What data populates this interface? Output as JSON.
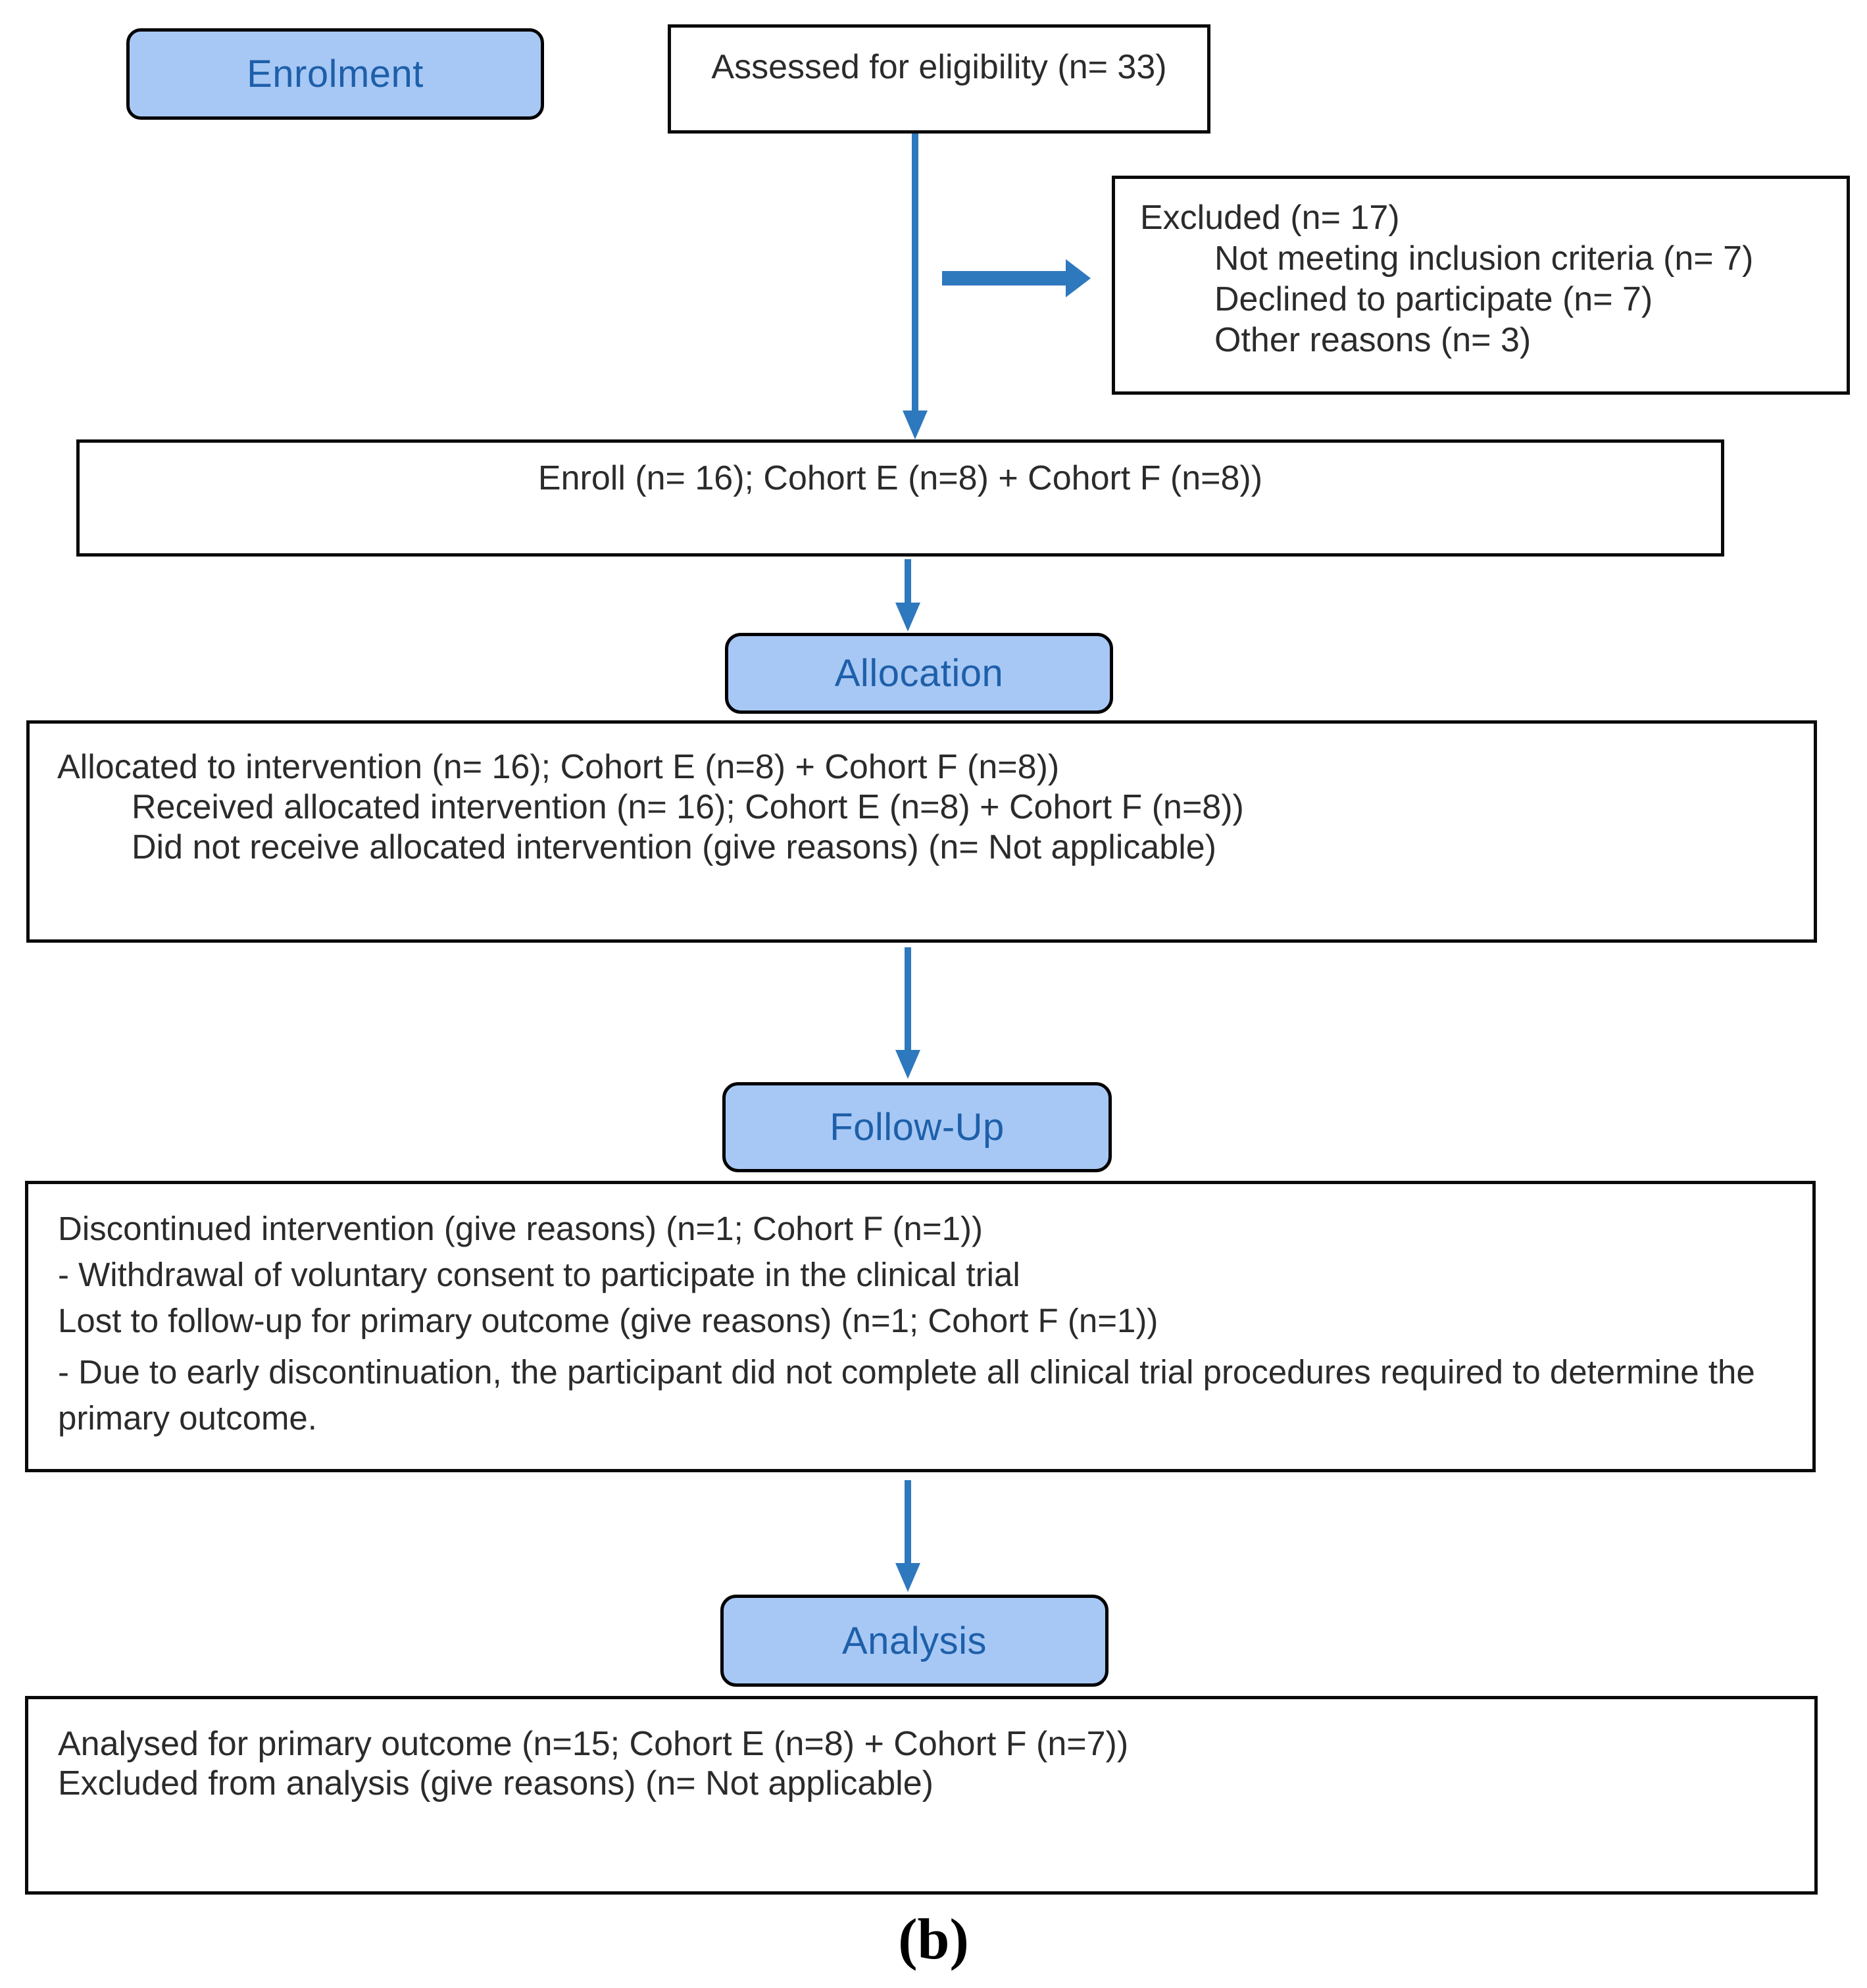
{
  "caption": "(b)",
  "colors": {
    "stage_fill": "#A7C8F5",
    "stage_text": "#1E5FA9",
    "arrow": "#2E78BE",
    "box_border": "#000000",
    "body_text": "#2b2b2b"
  },
  "stages": {
    "enrolment": {
      "label": "Enrolment"
    },
    "allocation": {
      "label": "Allocation"
    },
    "follow_up": {
      "label": "Follow-Up"
    },
    "analysis": {
      "label": "Analysis"
    }
  },
  "boxes": {
    "assessed": {
      "text": "Assessed for eligibility (n= 33)"
    },
    "excluded": {
      "lines": [
        "Excluded (n= 17)",
        "Not meeting inclusion criteria (n= 7)",
        "Declined to participate (n= 7)",
        "Other reasons (n= 3)"
      ]
    },
    "enroll": {
      "text": "Enroll (n= 16); Cohort E (n=8) + Cohort F (n=8))"
    },
    "allocation_details": {
      "lines": [
        "Allocated to intervention (n= 16); Cohort E (n=8) + Cohort F (n=8))",
        "Received allocated intervention (n= 16); Cohort E (n=8) + Cohort F (n=8))",
        "Did not receive allocated intervention (give reasons) (n= Not applicable)"
      ]
    },
    "follow_up_details": {
      "lines": [
        "Discontinued intervention (give reasons) (n=1; Cohort F (n=1))",
        "- Withdrawal of voluntary consent to participate in the clinical trial",
        "Lost to follow-up for primary outcome (give reasons) (n=1; Cohort F (n=1))",
        "- Due to early discontinuation, the participant did not complete all clinical trial procedures required to determine the primary outcome."
      ]
    },
    "analysis_details": {
      "lines": [
        "Analysed for primary outcome (n=15; Cohort E (n=8) + Cohort F (n=7))",
        "Excluded from analysis (give reasons) (n= Not applicable)"
      ]
    }
  }
}
